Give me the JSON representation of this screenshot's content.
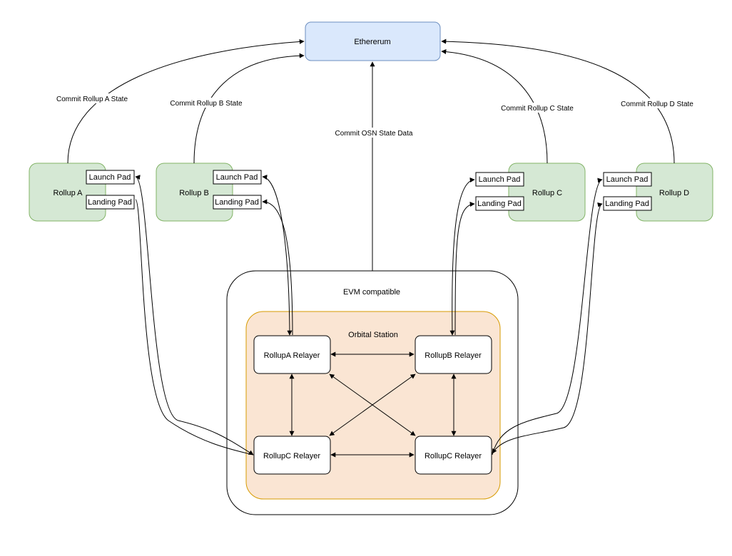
{
  "colors": {
    "ethereum_fill": "#dae8fc",
    "ethereum_stroke": "#6c8ebf",
    "rollup_fill": "#d5e8d4",
    "rollup_stroke": "#82b366",
    "station_fill": "#fae5d3",
    "station_stroke": "#d79b00",
    "line": "#000000"
  },
  "nodes": {
    "ethereum": "Ethererum",
    "rollup_a": "Rollup A",
    "rollup_b": "Rollup B",
    "rollup_c": "Rollup C",
    "rollup_d": "Rollup D",
    "launch_pad": "Launch Pad",
    "landing_pad": "Landing Pad",
    "evm": "EVM compatible",
    "orbital": "Orbital Station",
    "relayer_a": "RollupA Relayer",
    "relayer_b": "RollupB Relayer",
    "relayer_c_left": "RollupC Relayer",
    "relayer_c_right": "RollupC Relayer"
  },
  "edges": {
    "commit_a": "Commit Rollup A State",
    "commit_b": "Commit Rollup B State",
    "commit_c": "Commit Rollup C State",
    "commit_d": "Commit Rollup D State",
    "commit_osn": "Commit OSN State Data"
  }
}
